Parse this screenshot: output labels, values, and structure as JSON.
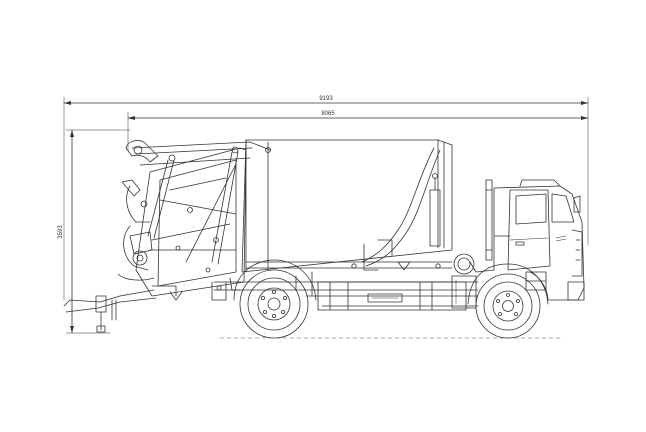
{
  "drawing": {
    "dimensions": {
      "overall_length": "9193",
      "body_length": "8065",
      "overall_height": "3593"
    }
  }
}
